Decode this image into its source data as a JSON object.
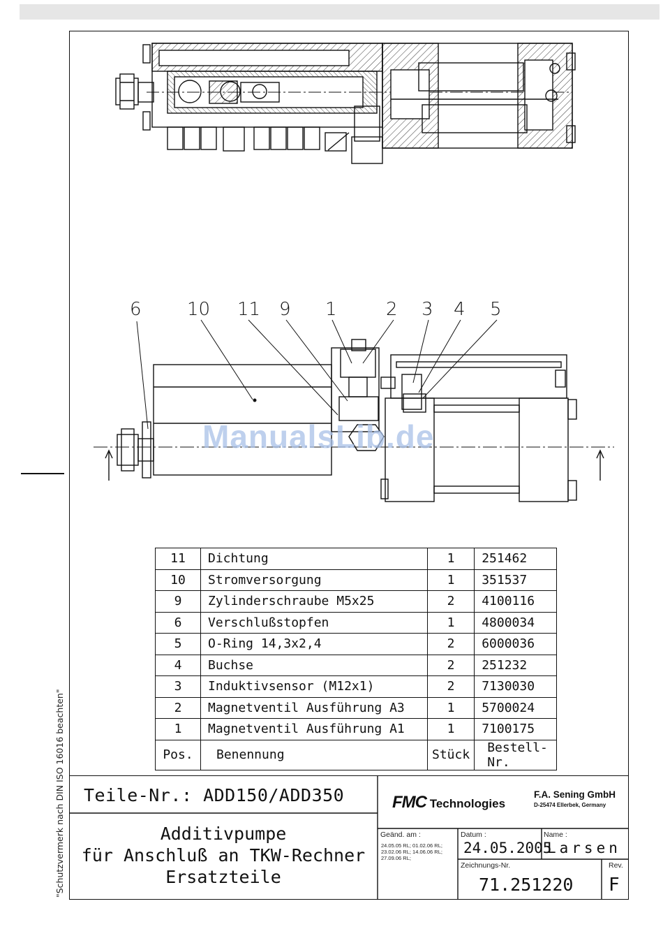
{
  "side_note": "\"Schutzvermerk nach DIN ISO 16016 beachten\"",
  "watermark": "ManualsLib.de",
  "callouts": [
    "6",
    "10",
    "11",
    "9",
    "1",
    "2",
    "3",
    "4",
    "5"
  ],
  "parts_list": {
    "rows": [
      {
        "pos": "11",
        "name": "Dichtung",
        "qty": "1",
        "nr": "251462"
      },
      {
        "pos": "10",
        "name": "Stromversorgung",
        "qty": "1",
        "nr": "351537"
      },
      {
        "pos": "9",
        "name": "Zylinderschraube M5x25",
        "qty": "2",
        "nr": "4100116"
      },
      {
        "pos": "6",
        "name": "Verschlußstopfen",
        "qty": "1",
        "nr": "4800034"
      },
      {
        "pos": "5",
        "name": "O-Ring 14,3x2,4",
        "qty": "2",
        "nr": "6000036"
      },
      {
        "pos": "4",
        "name": "Buchse",
        "qty": "2",
        "nr": "251232"
      },
      {
        "pos": "3",
        "name": "Induktivsensor (M12x1)",
        "qty": "2",
        "nr": "7130030"
      },
      {
        "pos": "2",
        "name": "Magnetventil Ausführung A3",
        "qty": "1",
        "nr": "5700024"
      },
      {
        "pos": "1",
        "name": "Magnetventil  Ausführung A1",
        "qty": "1",
        "nr": "7100175"
      }
    ],
    "header": {
      "pos": "Pos.",
      "name": "Benennung",
      "qty": "Stück",
      "nr": "Bestell-Nr."
    }
  },
  "title_block": {
    "teile_nr": "Teile-Nr.: ADD150/ADD350",
    "title_lines": [
      "Additivpumpe",
      "für Anschluß an TKW-Rechner",
      "Ersatzteile"
    ],
    "logo_fmc": "FMC",
    "logo_tech": "Technologies",
    "company": "F.A. Sening GmbH",
    "company_addr": "D-25474 Ellerbek, Germany",
    "geaend_label": "Geänd. am :",
    "revision_dates": [
      "24.05.05 RL; 01.02.06 RL;",
      "23.02.06 RL; 14.06.06 RL;",
      "27.09.06 RL;"
    ],
    "datum_label": "Datum :",
    "datum": "24.05.2005",
    "name_label": "Name :",
    "name": "Larsen",
    "zeichnungs_label": "Zeichnungs-Nr.",
    "zeichnungs_nr": "71.251220",
    "rev_label": "Rev.",
    "rev": "F"
  }
}
